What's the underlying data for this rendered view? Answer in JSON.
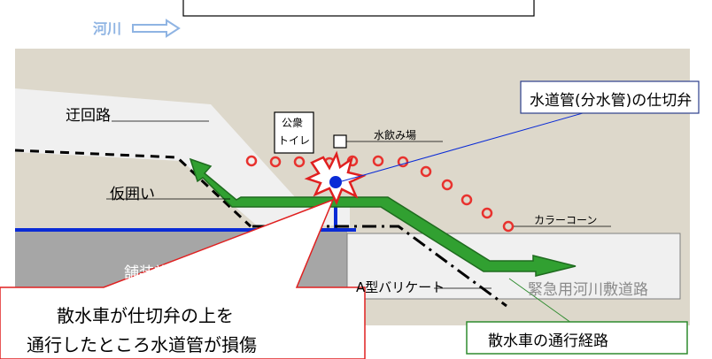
{
  "river": {
    "label": "河川",
    "color": "#8fb4e3"
  },
  "labels": {
    "detour": "迂回路",
    "fence": "仮囲い",
    "toilet_line1": "公衆",
    "toilet_line2": "トイレ",
    "fountain": "水飲み場",
    "cones": "カラーコーン",
    "paving": "舗装施工範囲",
    "barricade": "A型バリケート",
    "emergency_road": "緊急用河川敷道路"
  },
  "callouts": {
    "valve": "水道管(分水管)の仕切弁",
    "route": "散水車の通行経路",
    "incident_line1": "散水車が仕切弁の上を",
    "incident_line2": "通行したところ水道管が損傷"
  },
  "colors": {
    "ground": "#ddd8cb",
    "route_green": "#31a031",
    "cone_red": "#e8322e",
    "pipe_blue": "#0a2bd6",
    "paving_gray": "#a6a6a6",
    "incident_border": "#e02020",
    "route_border": "#2e8b2e",
    "valve_border": "#2c3e8c"
  }
}
